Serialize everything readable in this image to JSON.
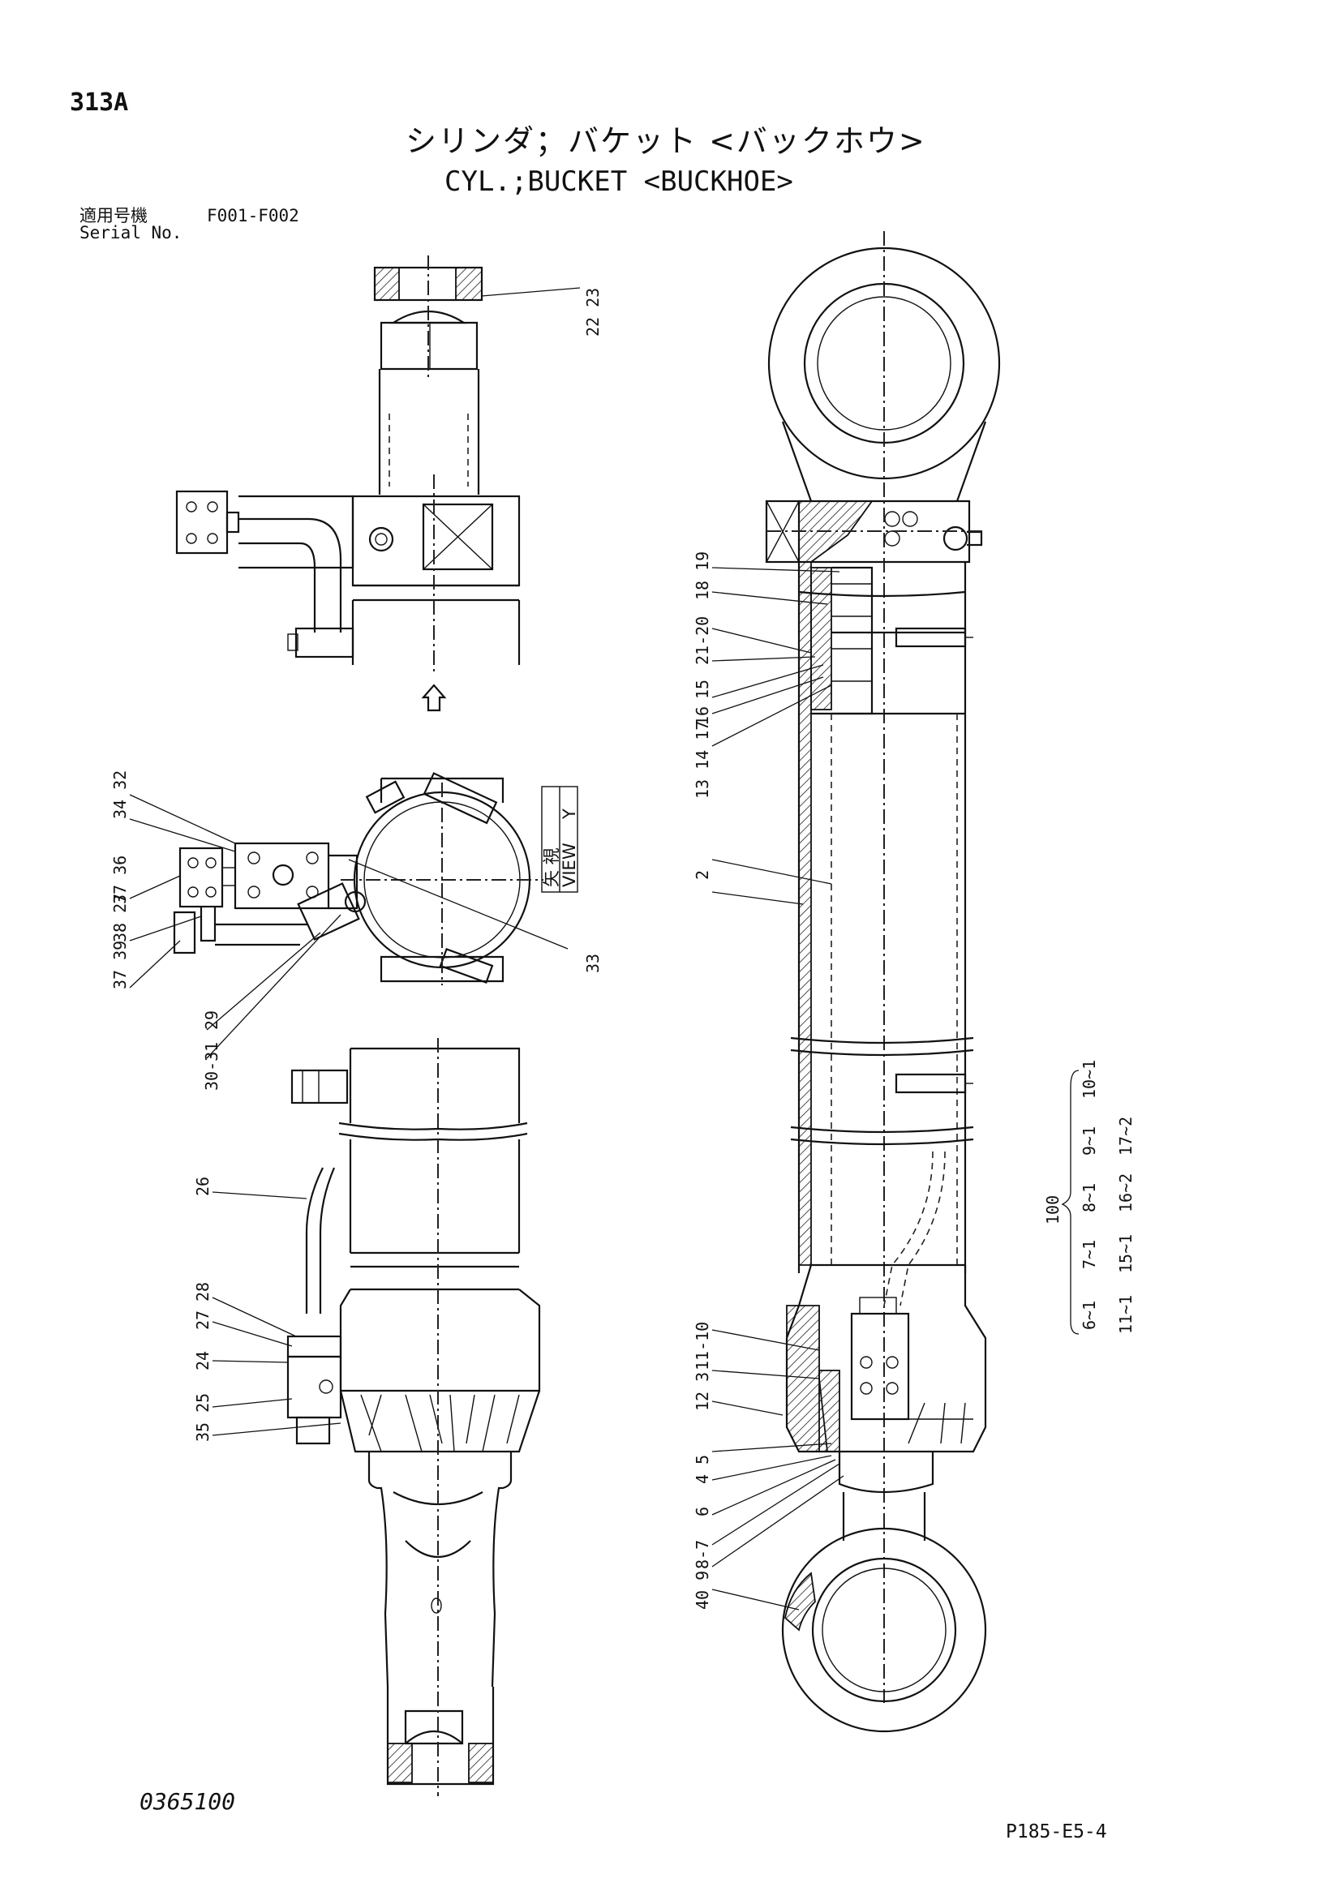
{
  "header": {
    "page_number": "313A",
    "title_jp": "シリンダ；バケット <バックホウ>",
    "title_en": "CYL.;BUCKET <BUCKHOE>",
    "serial_label_jp": "適用号機",
    "serial_range": "F001-F002",
    "serial_label_en": "Serial No."
  },
  "view_label": {
    "jp": "矢 視",
    "en": "VIEW",
    "letter": "Y"
  },
  "callouts": {
    "c_22_23": "22 23",
    "c_34_32": "34 32",
    "c_37_36": "37 36",
    "c_38_27": "38 27",
    "c_39_38": "39-38",
    "c_37_39": "37 39",
    "c_33": "33",
    "c_29": "29",
    "c_30_31": "30-31",
    "c_26": "26",
    "c_28": "28",
    "c_27": "27",
    "c_24": "24",
    "c_35_25": "35 25",
    "c_18_19": "18 19",
    "c_21_20": "21-20",
    "c_15": "15",
    "c_16": "16",
    "c_13_14_17": "13 14 17",
    "c_2": "2",
    "c_11_10": "11-10",
    "c_12_3": "12 3",
    "c_4_5": "4 5",
    "c_6": "6",
    "c_8_7": "8-7",
    "c_40_9": "40 9"
  },
  "kit_list": {
    "number": "100",
    "row1": [
      "6~1",
      "7~1",
      "8~1",
      "9~1",
      "10~1"
    ],
    "row2": [
      "11~1",
      "15~1",
      "16~2",
      "17~2"
    ]
  },
  "footer": {
    "drawing_number": "0365100",
    "page_code": "P185-E5-4"
  }
}
